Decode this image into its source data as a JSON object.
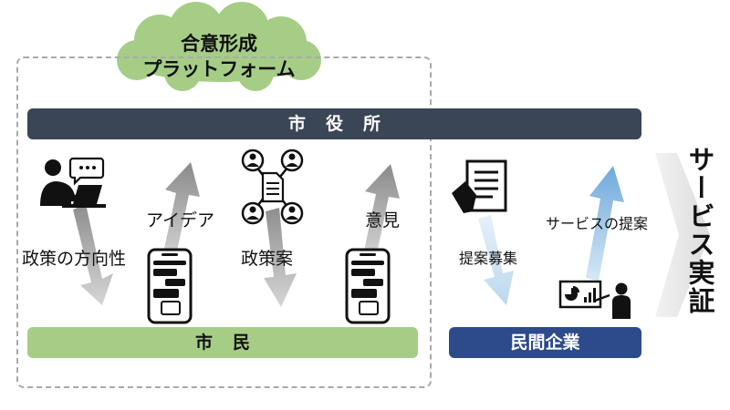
{
  "platform": {
    "line1": "合意形成",
    "line2": "プラットフォーム"
  },
  "bars": {
    "city": "市役所",
    "citizen": "市民",
    "private": "民間企業"
  },
  "arrows": {
    "policy_direction": "政策の方向性",
    "idea": "アイデア",
    "policy_proposal": "政策案",
    "opinion": "意見",
    "proposal_recruit": "提案募集",
    "service_proposal": "サービスの提案"
  },
  "outcome": "サービス実証",
  "icons": [
    "person-laptop-chat-icon",
    "smartphone-chat-icon",
    "network-document-icon",
    "smartphone-chat-icon",
    "hand-document-icon",
    "presenter-chart-icon"
  ],
  "colors": {
    "city_bar": "#3a4556",
    "citizen_bar": "#a6cd86",
    "private_bar": "#2d4a8a",
    "cloud": "#a6cd86",
    "arrow_gray": "#9a9a9a",
    "arrow_light_gray": "#c9c9c9",
    "arrow_light_blue": "#cfe3f3",
    "arrow_blue": "#8ab8e0"
  }
}
